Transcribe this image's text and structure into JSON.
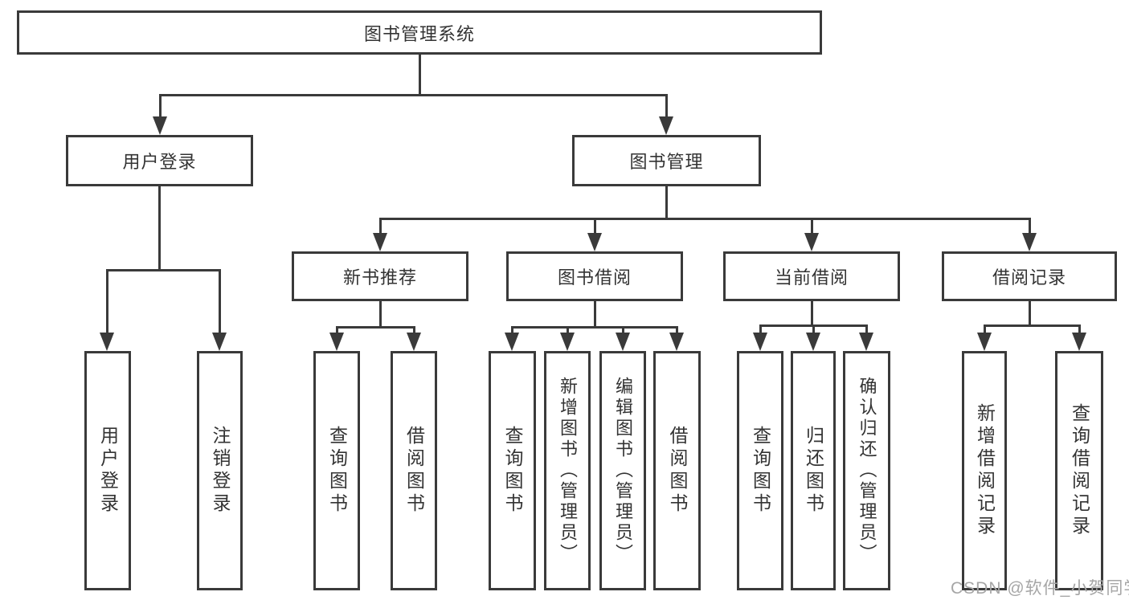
{
  "tree": {
    "root": "图书管理系统",
    "login": {
      "label": "用户登录",
      "leaves": [
        "用户登录",
        "注销登录"
      ]
    },
    "management": {
      "label": "图书管理",
      "branches": [
        {
          "label": "新书推荐",
          "leaves": [
            "查询图书",
            "借阅图书"
          ]
        },
        {
          "label": "图书借阅",
          "leaves": [
            "查询图书",
            "新增图书（管理员）",
            "编辑图书（管理员）",
            "借阅图书"
          ]
        },
        {
          "label": "当前借阅",
          "leaves": [
            "查询图书",
            "归还图书",
            "确认归还（管理员）"
          ]
        },
        {
          "label": "借阅记录",
          "leaves": [
            "新增借阅记录",
            "查询借阅记录"
          ]
        }
      ]
    }
  },
  "watermark": "CSDN @软件_小贺同学",
  "colors": {
    "line": "#3a3a3a",
    "text": "#333333",
    "watermark": "#a6a6a6",
    "background": "#ffffff"
  }
}
